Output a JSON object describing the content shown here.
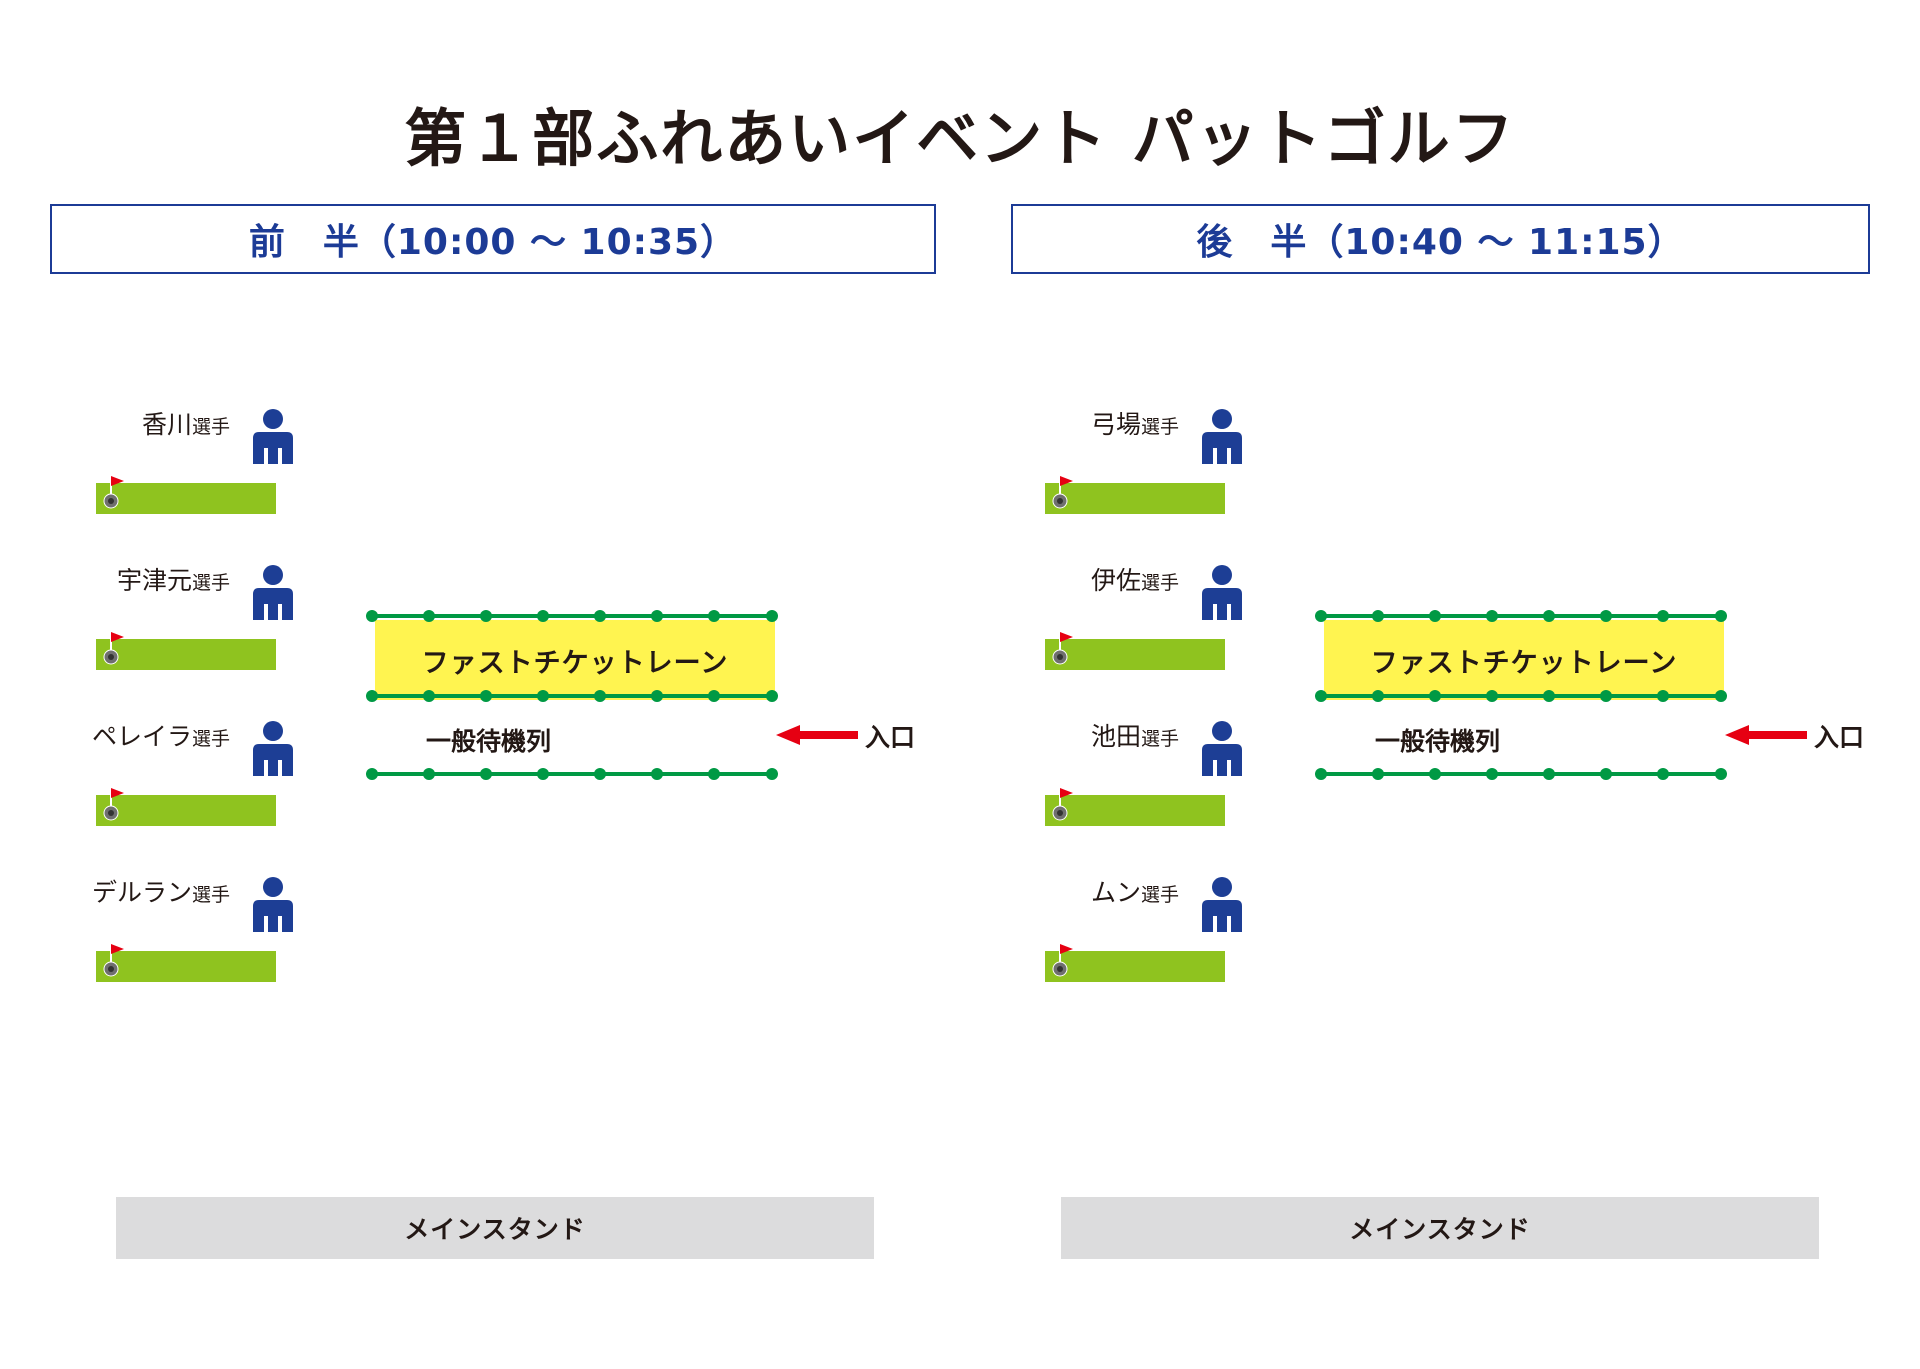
{
  "title": "第１部ふれあいイベント パットゴルフ",
  "colors": {
    "header_blue": "#1c3b96",
    "person_blue": "#1d3e95",
    "green": "#8fc31f",
    "rope_green": "#009944",
    "lane_yellow": "#fff450",
    "arrow_red": "#e60012",
    "flag_red": "#e60012",
    "stand_gray": "#dcdcdd"
  },
  "panels": [
    {
      "header": "前　半（10:00 ～ 10:35）",
      "players": [
        {
          "name": "香川",
          "suffix": "選手",
          "icon": "person-icon"
        },
        {
          "name": "宇津元",
          "suffix": "選手",
          "icon": "person-icon"
        },
        {
          "name": "ペレイラ",
          "suffix": "選手",
          "icon": "person-icon"
        },
        {
          "name": "デルラン",
          "suffix": "選手",
          "icon": "person-icon"
        }
      ],
      "lane_label": "ファストチケットレーン",
      "general_label": "一般待機列",
      "entrance_label": "入口",
      "stand_label": "メインスタンド"
    },
    {
      "header": "後　半（10:40 ～ 11:15）",
      "players": [
        {
          "name": "弓場",
          "suffix": "選手",
          "icon": "person-icon"
        },
        {
          "name": "伊佐",
          "suffix": "選手",
          "icon": "person-icon"
        },
        {
          "name": "池田",
          "suffix": "選手",
          "icon": "person-icon"
        },
        {
          "name": "ムン",
          "suffix": "選手",
          "icon": "person-icon"
        }
      ],
      "lane_label": "ファストチケットレーン",
      "general_label": "一般待機列",
      "entrance_label": "入口",
      "stand_label": "メインスタンド"
    }
  ]
}
